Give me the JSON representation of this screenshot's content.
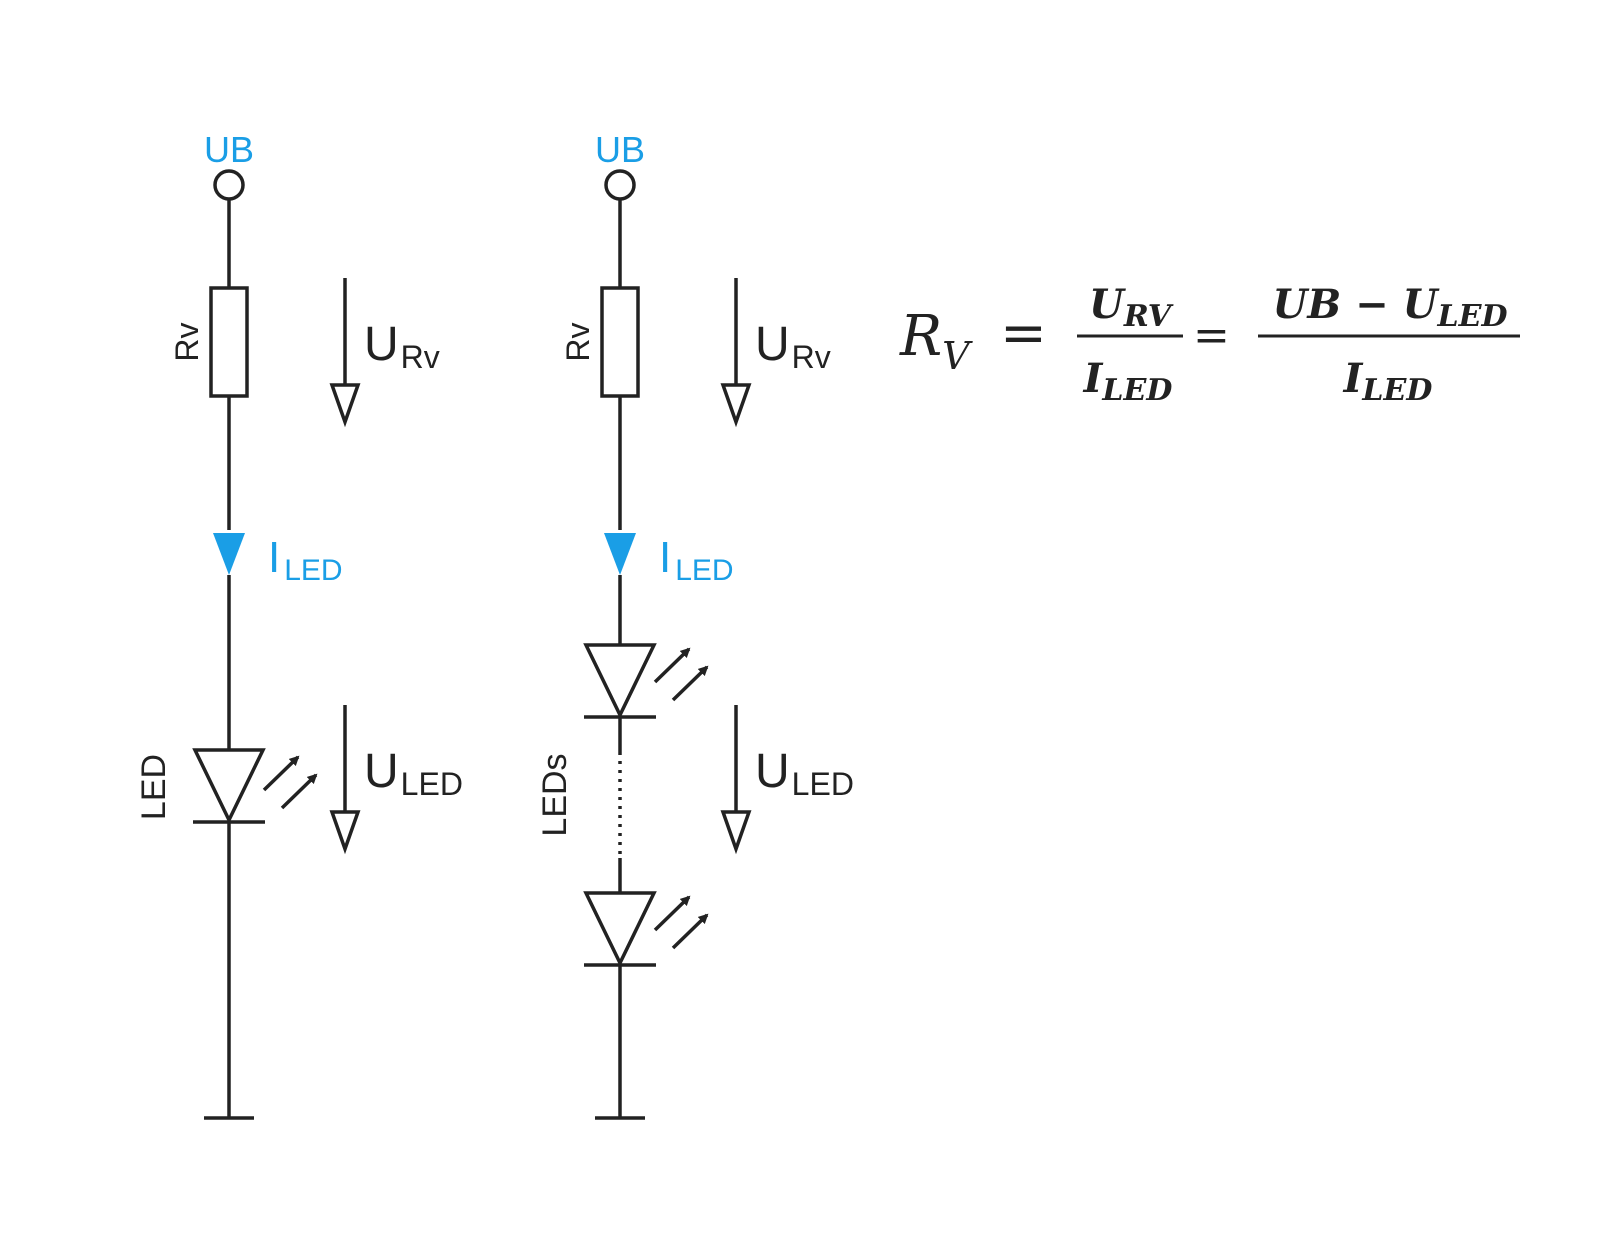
{
  "colors": {
    "wire": "#222222",
    "accent": "#1a9ee6"
  },
  "circuit_single": {
    "supply_label": "UB",
    "resistor_label": "Rv",
    "resistor_voltage": {
      "main": "U",
      "sub": "Rv"
    },
    "current": {
      "main": "I",
      "sub": "LED"
    },
    "led_label": "LED",
    "led_voltage": {
      "main": "U",
      "sub": "LED"
    }
  },
  "circuit_series": {
    "supply_label": "UB",
    "resistor_label": "Rv",
    "resistor_voltage": {
      "main": "U",
      "sub": "Rv"
    },
    "current": {
      "main": "I",
      "sub": "LED"
    },
    "led_label": "LEDs",
    "led_voltage": {
      "main": "U",
      "sub": "LED"
    }
  },
  "formula": {
    "lhs_main": "R",
    "lhs_sub": "V",
    "eq1": "=",
    "frac1_num_main": "U",
    "frac1_num_sub": "RV",
    "frac1_den_main": "I",
    "frac1_den_sub": "LED",
    "eq2": "=",
    "frac2_num_main": "UB −  U",
    "frac2_num_sub": "LED",
    "frac2_den_main": "I",
    "frac2_den_sub": "LED"
  }
}
